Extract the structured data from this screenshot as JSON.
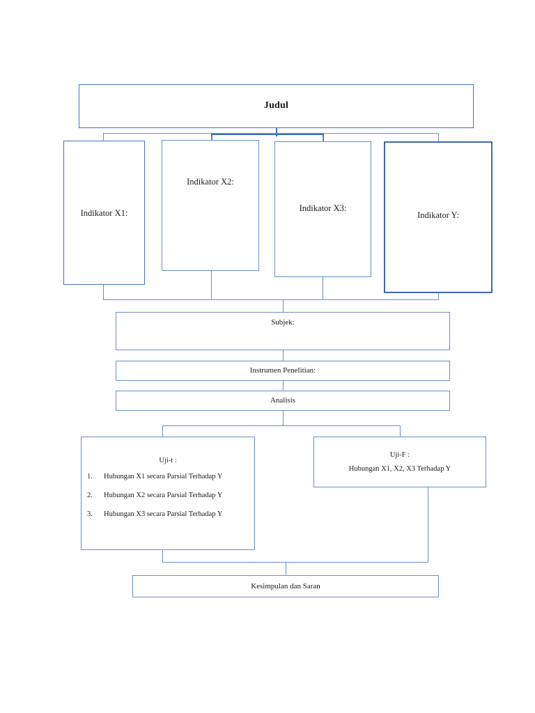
{
  "diagram": {
    "title_node": {
      "label": "Judul"
    },
    "indicators": [
      {
        "id": "x1",
        "label": "Indikator X1:"
      },
      {
        "id": "x2",
        "label": "Indikator X2:"
      },
      {
        "id": "x3",
        "label": "Indikator X3:"
      },
      {
        "id": "y",
        "label": "Indikator Y:"
      }
    ],
    "chain": [
      {
        "id": "subjek",
        "label": "Subjek:"
      },
      {
        "id": "instrumen",
        "label": "Instrumen Penelitian:"
      },
      {
        "id": "analisis",
        "label": "Analisis"
      }
    ],
    "tests": {
      "uji_t": {
        "title": "Uji-t :",
        "items": [
          {
            "num": "1.",
            "text": "Hubungan X1 secara Parsial Terhadap Y"
          },
          {
            "num": "2.",
            "text": "Hubungan X2 secara Parsial Terhadap Y"
          },
          {
            "num": "3.",
            "text": "Hubungan X3 secara Parsial Terhadap Y"
          }
        ]
      },
      "uji_f": {
        "title": "Uji-F :",
        "subtitle": "Hubungan X1, X2, X3 Terhadap Y"
      }
    },
    "conclusion_node": {
      "label": "Kesimpulan dan Saran"
    },
    "colors": {
      "border_thin": "#6c8ccd",
      "border_medium": "#4472c4",
      "border_thick": "#3f66b5",
      "text": "#1a1a1a",
      "background": "#ffffff"
    }
  }
}
